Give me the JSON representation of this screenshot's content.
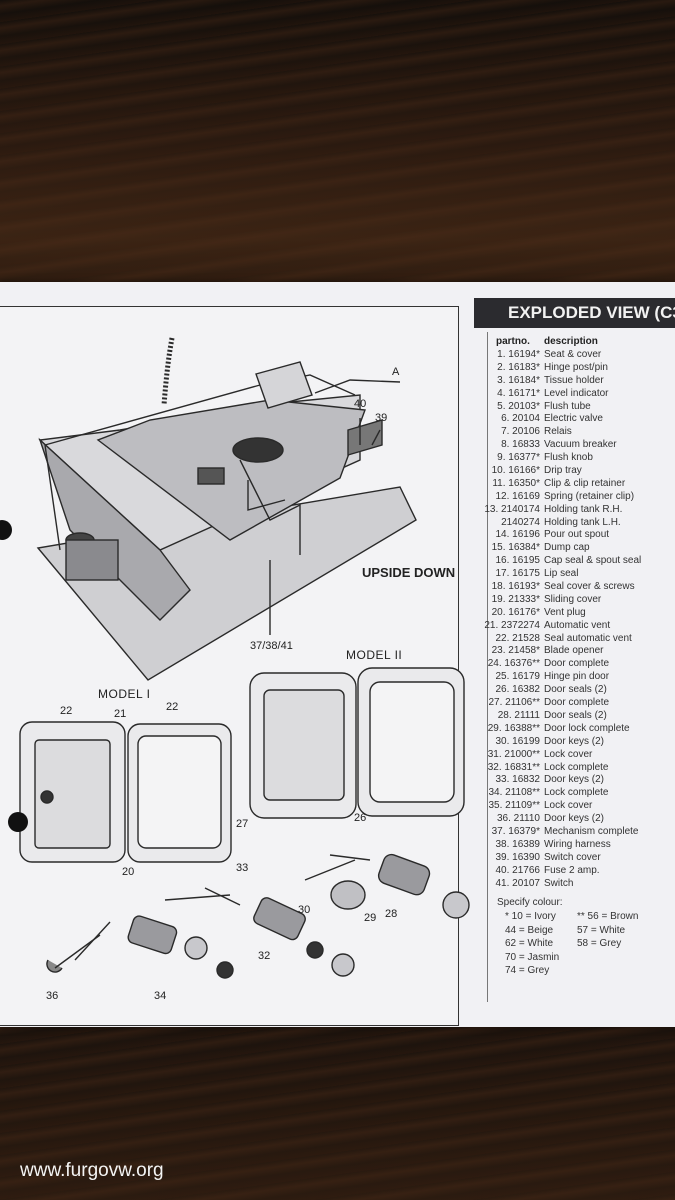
{
  "header": {
    "title": "EXPLODED VIEW (C3"
  },
  "table": {
    "col_partno": "partno.",
    "col_description": "description",
    "rows": [
      {
        "partno": "1.  16194*",
        "description": "Seat & cover"
      },
      {
        "partno": "2.  16183*",
        "description": "Hinge post/pin"
      },
      {
        "partno": "3.  16184*",
        "description": "Tissue holder"
      },
      {
        "partno": "4.  16171*",
        "description": "Level indicator"
      },
      {
        "partno": "5.  20103*",
        "description": "Flush tube"
      },
      {
        "partno": "6.  20104",
        "description": "Electric valve"
      },
      {
        "partno": "7.  20106",
        "description": "Relais"
      },
      {
        "partno": "8.  16833",
        "description": "Vacuum breaker"
      },
      {
        "partno": "9.  16377*",
        "description": "Flush knob"
      },
      {
        "partno": "10. 16166*",
        "description": "Drip tray"
      },
      {
        "partno": "11. 16350*",
        "description": "Clip & clip retainer"
      },
      {
        "partno": "12. 16169",
        "description": "Spring (retainer clip)"
      },
      {
        "partno": "13. 2140174",
        "description": "Holding tank R.H."
      },
      {
        "partno": "2140274",
        "description": "Holding tank L.H."
      },
      {
        "partno": "14. 16196",
        "description": "Pour out spout"
      },
      {
        "partno": "15. 16384*",
        "description": "Dump cap"
      },
      {
        "partno": "16. 16195",
        "description": "Cap seal & spout seal"
      },
      {
        "partno": "17. 16175",
        "description": "Lip seal"
      },
      {
        "partno": "18. 16193*",
        "description": "Seal cover & screws"
      },
      {
        "partno": "19. 21333*",
        "description": "Sliding cover"
      },
      {
        "partno": "20. 16176*",
        "description": "Vent plug"
      },
      {
        "partno": "21. 2372274",
        "description": "Automatic vent"
      },
      {
        "partno": "22. 21528",
        "description": "Seal automatic vent"
      },
      {
        "partno": "23. 21458*",
        "description": "Blade opener"
      },
      {
        "partno": "24. 16376**",
        "description": "Door complete"
      },
      {
        "partno": "25. 16179",
        "description": "Hinge pin door"
      },
      {
        "partno": "26. 16382",
        "description": "Door seals (2)"
      },
      {
        "partno": "27. 21106**",
        "description": "Door complete"
      },
      {
        "partno": "28. 21111",
        "description": "Door seals (2)"
      },
      {
        "partno": "29. 16388**",
        "description": "Door lock complete"
      },
      {
        "partno": "30. 16199",
        "description": "Door keys (2)"
      },
      {
        "partno": "31. 21000**",
        "description": "Lock cover"
      },
      {
        "partno": "32. 16831**",
        "description": "Lock complete"
      },
      {
        "partno": "33. 16832",
        "description": "Door keys (2)"
      },
      {
        "partno": "34. 21108**",
        "description": "Lock complete"
      },
      {
        "partno": "35. 21109**",
        "description": "Lock cover"
      },
      {
        "partno": "36. 21110",
        "description": "Door keys (2)"
      },
      {
        "partno": "37. 16379*",
        "description": "Mechanism complete"
      },
      {
        "partno": "38. 16389",
        "description": "Wiring harness"
      },
      {
        "partno": "39. 16390",
        "description": "Switch cover"
      },
      {
        "partno": "40. 21766",
        "description": "Fuse 2 amp."
      },
      {
        "partno": "41. 20107",
        "description": "Switch"
      }
    ]
  },
  "colour": {
    "title": "Specify colour:",
    "single": [
      "* 10 = Ivory",
      "44 = Beige",
      "62 = White",
      "70 = Jasmin",
      "74 = Grey"
    ],
    "double": [
      "** 56 = Brown",
      "57 = White",
      "58 = Grey"
    ]
  },
  "diagram": {
    "upside_down": "UPSIDE DOWN",
    "model_1": "MODEL I",
    "model_2": "MODEL II",
    "labels": {
      "a": "A",
      "n40": "40",
      "n39": "39",
      "n37": "37/38/41",
      "n22a": "22",
      "n21": "21",
      "n22b": "22",
      "n20": "20",
      "n27": "27",
      "n26": "26",
      "n33": "33",
      "n30": "30",
      "n29": "29",
      "n28": "28",
      "n32": "32",
      "n36": "36",
      "n34": "34"
    }
  },
  "footer": {
    "url": "www.furgovw.org"
  }
}
